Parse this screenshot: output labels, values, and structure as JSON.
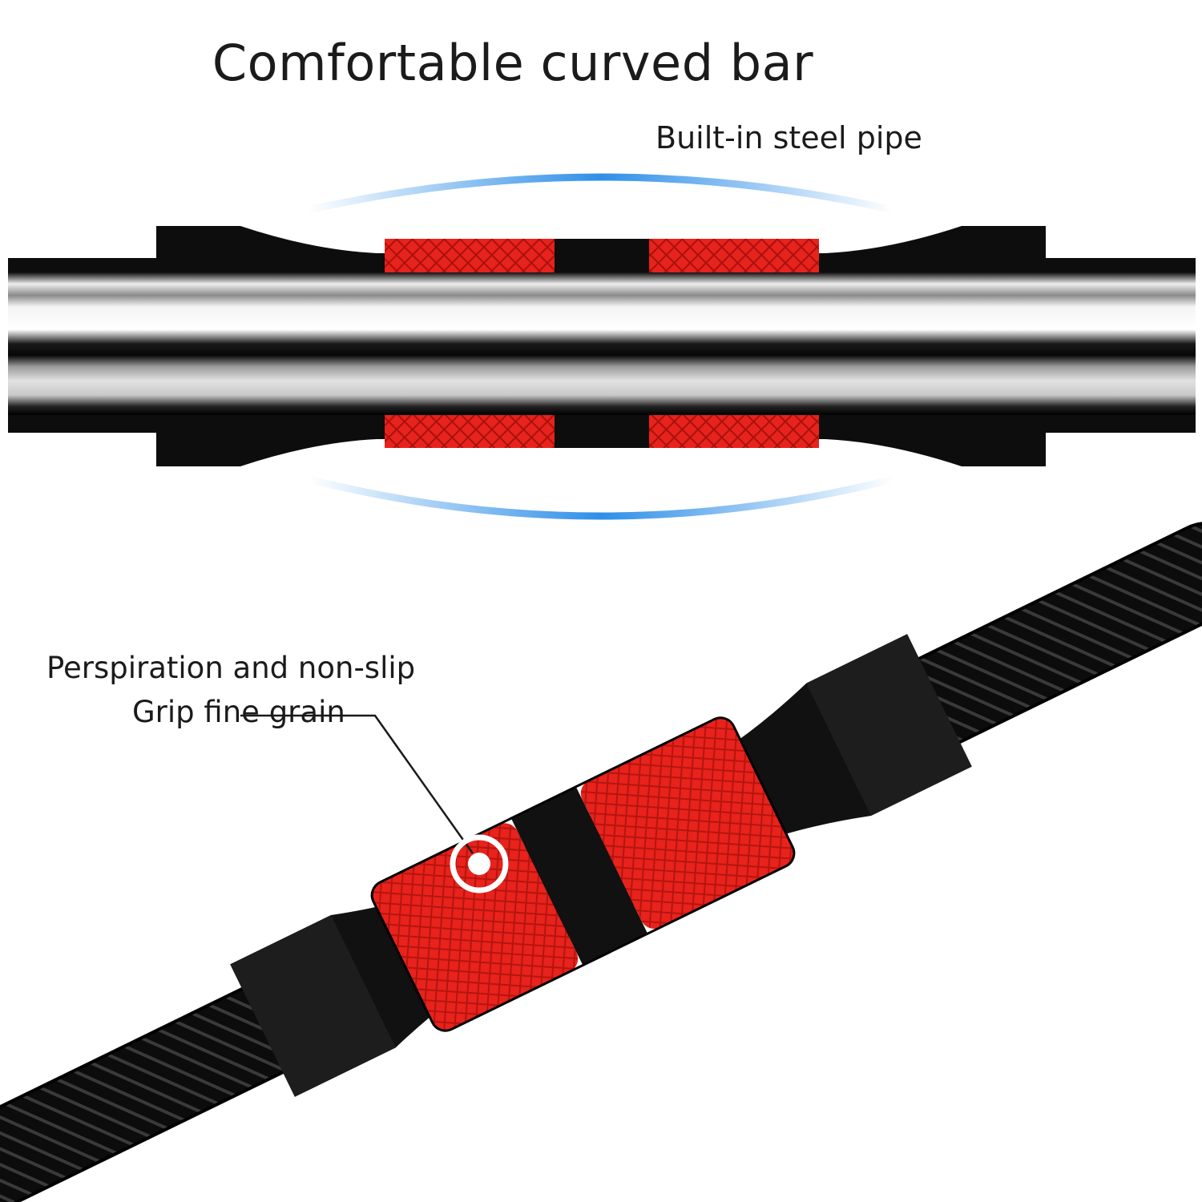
{
  "title": "Comfortable curved bar",
  "callouts": {
    "steel_pipe": "Built-in steel pipe",
    "grip_line1": "Perspiration and non-slip",
    "grip_line2": "Grip fine grain"
  },
  "colors": {
    "grip_red": "#e8221c",
    "bar_black": "#0d0d0d",
    "steel_light": "#d8d8d8",
    "bend_blue": "#2f8fe8",
    "marker_white": "#ffffff"
  },
  "icons": {
    "marker": "target-ring-icon"
  }
}
